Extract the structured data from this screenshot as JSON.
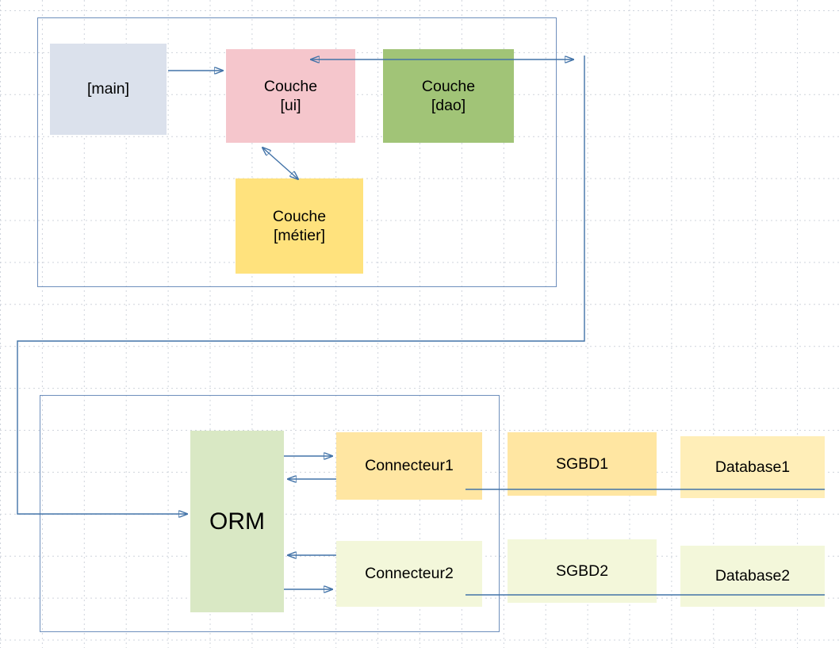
{
  "diagram": {
    "type": "architecture-diagram",
    "nodes": {
      "main": {
        "label": "[main]"
      },
      "couche_ui": {
        "label": "Couche\n[ui]"
      },
      "couche_dao": {
        "label": "Couche\n[dao]"
      },
      "couche_metier": {
        "label": "Couche\n[métier]"
      },
      "orm": {
        "label": "ORM"
      },
      "connecteur1": {
        "label": "Connecteur1"
      },
      "sgbd1": {
        "label": "SGBD1"
      },
      "database1": {
        "label": "Database1"
      },
      "connecteur2": {
        "label": "Connecteur2"
      },
      "sgbd2": {
        "label": "SGBD2"
      },
      "database2": {
        "label": "Database2"
      }
    },
    "colors": {
      "edge": "#4273a8",
      "container_border": "#6e8fbc",
      "grid": "#cfd4dc",
      "main_fill": "#dbe1ec",
      "couche_ui_fill": "#f5c6cc",
      "couche_dao_fill": "#a1c477",
      "couche_metier_fill": "#ffe27d",
      "orm_fill": "#d9e8c4",
      "connecteur1_fill": "#ffe6a2",
      "sgbd1_fill": "#ffe6a2",
      "database1_fill": "#ffeeb8",
      "connecteur2_fill": "#f3f7da",
      "sgbd2_fill": "#f3f7da",
      "database2_fill": "#f3f7da"
    }
  }
}
